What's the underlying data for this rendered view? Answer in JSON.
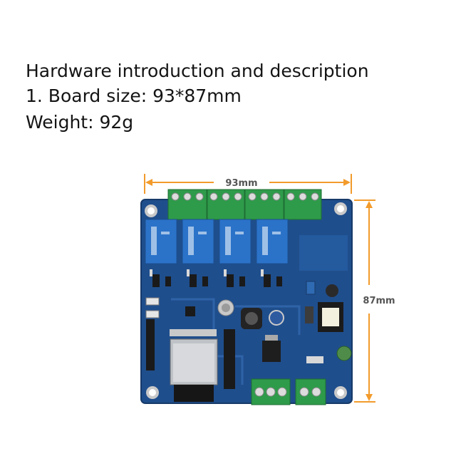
{
  "description": {
    "title": "Hardware introduction and description",
    "board_size": "1. Board size: 93*87mm",
    "weight": "Weight: 92g"
  },
  "dimensions": {
    "width_label": "93mm",
    "height_label": "87mm"
  },
  "colors": {
    "pcb": "#1f4e8c",
    "terminal": "#2e9b4a",
    "relay": "#2b73c9",
    "dimension_line": "#f29b2c"
  },
  "board": {
    "relay_count": 4,
    "terminal_count_top": 4,
    "terminal_count_bottom": 2,
    "module": "esp32-module"
  }
}
